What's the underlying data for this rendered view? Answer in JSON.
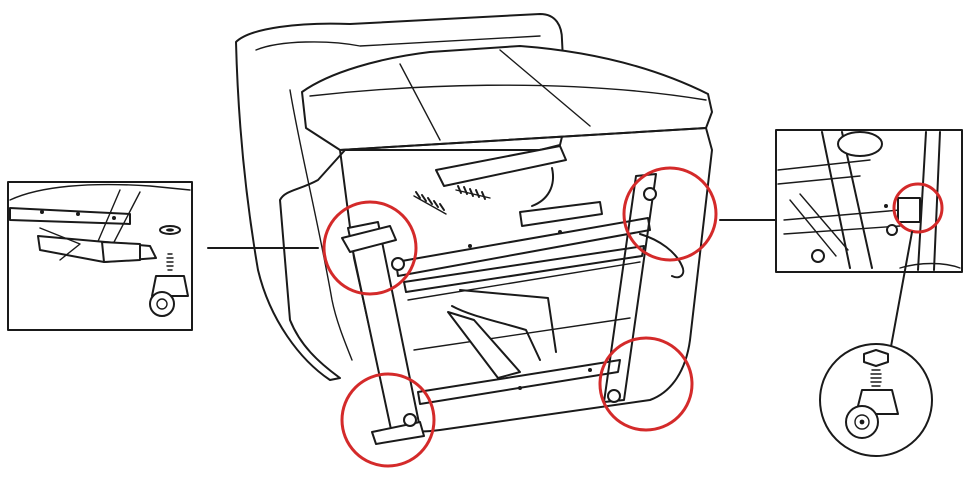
{
  "colors": {
    "highlight": "#d42a2a",
    "line": "#1a1a1a",
    "background": "#ffffff"
  },
  "figure": {
    "subject": "recliner-chair-underside",
    "caster_points": 4,
    "insets": [
      "caster-attachment-detail-left",
      "caster-attachment-detail-right",
      "caster-parts-circle"
    ]
  }
}
